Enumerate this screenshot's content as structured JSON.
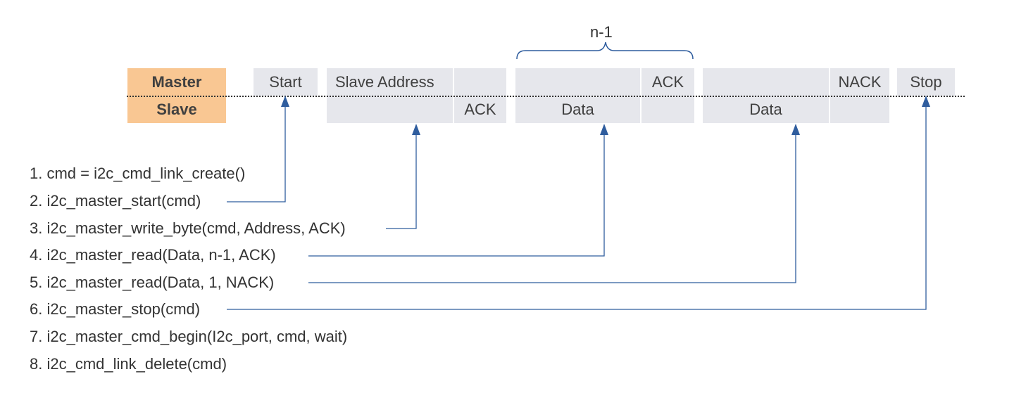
{
  "frame": {
    "master_label": "Master",
    "slave_label": "Slave",
    "start": "Start",
    "slave_address": "Slave Address",
    "ack_after_address": "ACK",
    "data_n1": "Data",
    "ack_after_data": "ACK",
    "data_last": "Data",
    "nack": "NACK",
    "stop": "Stop",
    "repeat_label": "n-1"
  },
  "steps": [
    "1. cmd = i2c_cmd_link_create()",
    "2. i2c_master_start(cmd)",
    "3. i2c_master_write_byte(cmd, Address, ACK)",
    "4. i2c_master_read(Data, n-1, ACK)",
    "5. i2c_master_read(Data, 1, NACK)",
    "6. i2c_master_stop(cmd)",
    "7. i2c_master_cmd_begin(I2c_port, cmd, wait)",
    "8. i2c_cmd_link_delete(cmd)"
  ],
  "colors": {
    "role_fill": "#f9c793",
    "cell_fill": "#e6e7ec",
    "connector": "#2f5d9e"
  }
}
